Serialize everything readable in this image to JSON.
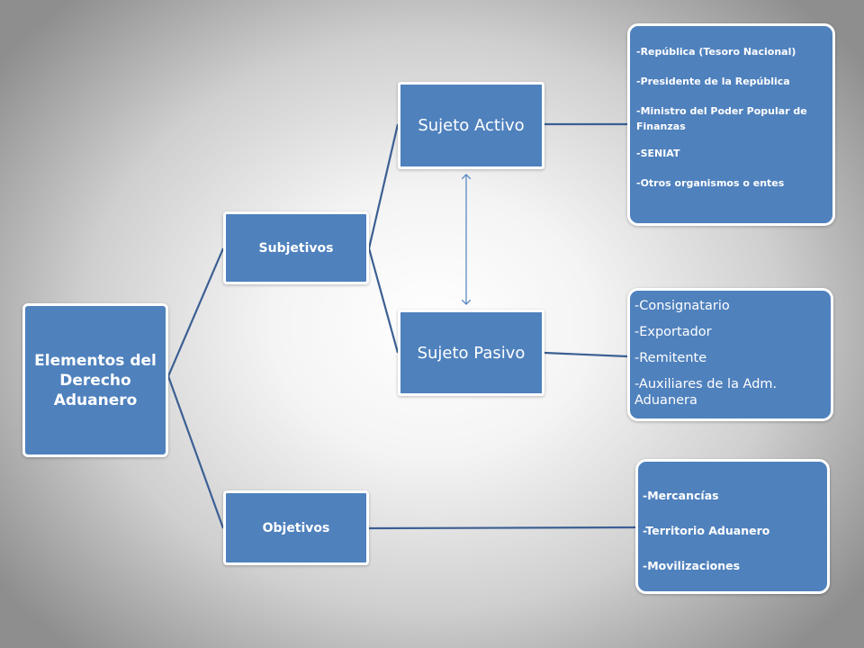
{
  "diagram": {
    "root": {
      "label": "Elementos del Derecho Aduanero"
    },
    "subjetivos": {
      "label": "Subjetivos"
    },
    "objetivos": {
      "label": "Objetivos"
    },
    "sujeto_activo": {
      "label": "Sujeto Activo"
    },
    "sujeto_pasivo": {
      "label": "Sujeto Pasivo"
    },
    "activo_list": [
      "-República (Tesoro Nacional)",
      "-Presidente de la República",
      "-Ministro del Poder Popular de Finanzas",
      "-SENIAT",
      "-Otros organismos o entes"
    ],
    "pasivo_list": [
      "-Consignatario",
      "-Exportador",
      "-Remitente",
      "-Auxiliares de la Adm. Aduanera"
    ],
    "objetivos_list": [
      "-Mercancías",
      "-Territorio Aduanero",
      "-Movilizaciones"
    ]
  },
  "colors": {
    "node_fill": "#4f81bd",
    "node_border": "#ffffff",
    "connector": "#3b5f93",
    "arrow": "#4f81bd"
  }
}
